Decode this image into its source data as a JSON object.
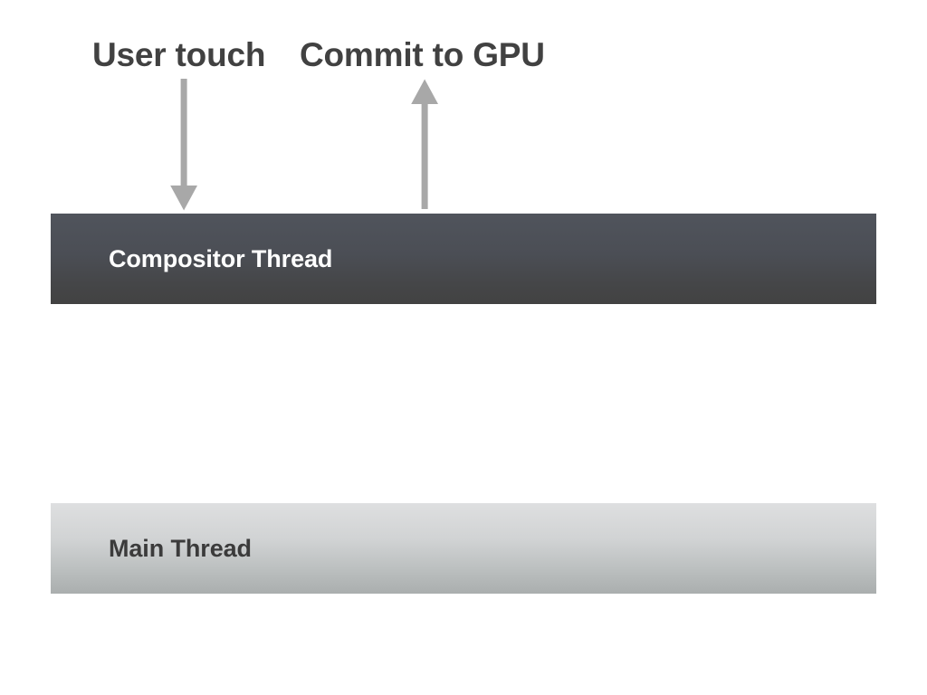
{
  "diagram": {
    "title_annotations": [
      {
        "id": "user-touch",
        "text": "User touch"
      },
      {
        "id": "commit-to-gpu",
        "text": "Commit to GPU"
      }
    ],
    "arrows": [
      {
        "id": "down-arrow",
        "direction": "down",
        "semantic": "arrow-down-icon",
        "from": "User touch",
        "to": "Compositor Thread",
        "color": "#a8a8a8"
      },
      {
        "id": "up-arrow",
        "direction": "up",
        "semantic": "arrow-up-icon",
        "from": "Compositor Thread",
        "to": "Commit to GPU",
        "color": "#a8a8a8"
      }
    ],
    "lanes": [
      {
        "id": "compositor-thread",
        "label": "Compositor Thread",
        "text_color": "#ffffff",
        "fill_top": "#50545c",
        "fill_bottom": "#424242"
      },
      {
        "id": "main-thread",
        "label": "Main Thread",
        "text_color": "#3b3b3b",
        "fill_top": "#dedfe0",
        "fill_bottom": "#aaaeae"
      }
    ],
    "background_color": "#ffffff"
  }
}
